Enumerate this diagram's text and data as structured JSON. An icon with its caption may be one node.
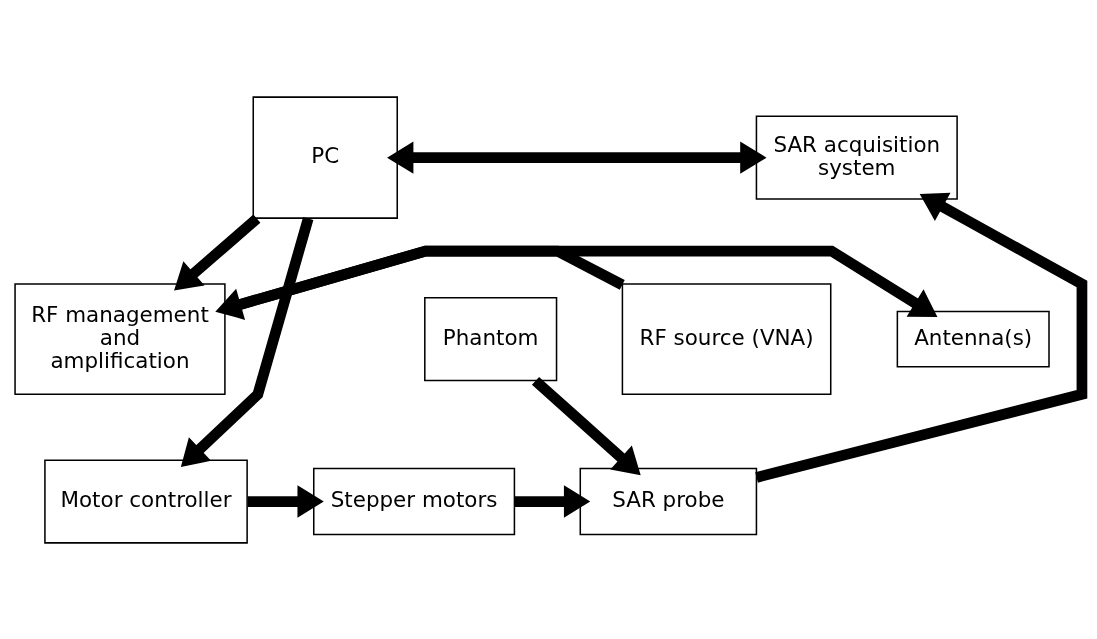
{
  "diagram": {
    "nodes": [
      {
        "text": [
          "PC"
        ]
      },
      {
        "text": [
          "SAR acquisition system"
        ]
      },
      {
        "text": [
          "Motor controller"
        ]
      },
      {
        "text": [
          "Stepper motors"
        ]
      },
      {
        "text": [
          "SAR probe"
        ]
      },
      {
        "text": [
          "RF source (VNA)"
        ]
      },
      {
        "text": [
          "RF management and amplification"
        ]
      },
      {
        "text": [
          "Antenna(s)"
        ]
      },
      {
        "text": [
          "Phantom"
        ]
      }
    ],
    "edges": [
      {
        "from": 0,
        "to": 1,
        "arrow": "both"
      },
      {
        "from": 0,
        "to": 2,
        "arrow": "to"
      },
      {
        "from": 2,
        "to": 3,
        "arrow": "to"
      },
      {
        "from": 3,
        "to": 4,
        "arrow": "to"
      },
      {
        "from": 4,
        "to": 1,
        "arrow": "to"
      },
      {
        "from": 8,
        "to": 4,
        "arrow": "to"
      },
      {
        "from": 0,
        "to": 6,
        "arrow": "to"
      },
      {
        "from": 5,
        "to": 6,
        "arrow": "to"
      },
      {
        "from": 6,
        "to": 7,
        "arrow": "to"
      }
    ]
  }
}
